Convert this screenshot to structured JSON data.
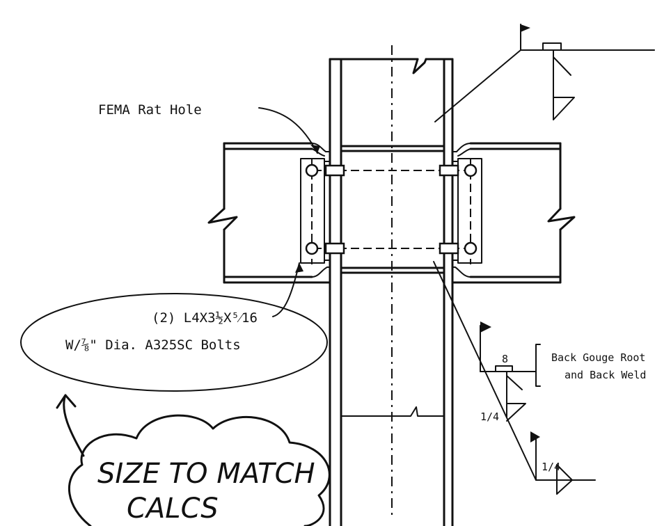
{
  "labels": {
    "rat_hole": "FEMA Rat Hole",
    "angles": "(2) L4X3½X⁵⁄16",
    "bolts": "W/⅞\" Dia. A325SC Bolts",
    "back_gouge_line1": "Back Gouge Root",
    "back_gouge_line2": "and Back Weld",
    "weld_size_1": "1/4",
    "weld_size_2": "1/4",
    "root_opening": "8",
    "note_line1": "SIZE TO MATCH",
    "note_line2": "CALCS"
  }
}
